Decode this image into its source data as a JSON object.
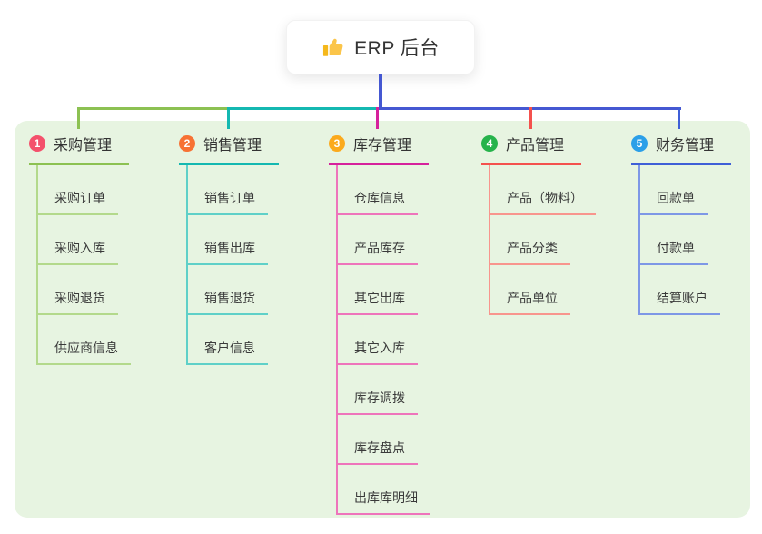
{
  "root": {
    "label": "ERP 后台",
    "icon": "thumbs-up-icon"
  },
  "colors": {
    "root_line": "#4558d2",
    "panel_bg": "#e7f4e1",
    "card_bg": "#ffffff",
    "thumb": "#f5b81c"
  },
  "branches": [
    {
      "index": "1",
      "label": "采购管理",
      "badge_color": "#f4516c",
      "line_color": "#8cc152",
      "child_line_color": "#b3d98b",
      "children": [
        "采购订单",
        "采购入库",
        "采购退货",
        "供应商信息"
      ]
    },
    {
      "index": "2",
      "label": "销售管理",
      "badge_color": "#f77234",
      "line_color": "#14b8b1",
      "child_line_color": "#5fd0c8",
      "children": [
        "销售订单",
        "销售出库",
        "销售退货",
        "客户信息"
      ]
    },
    {
      "index": "3",
      "label": "库存管理",
      "badge_color": "#fbaa1d",
      "line_color": "#d6219c",
      "child_line_color": "#ee74bb",
      "children": [
        "仓库信息",
        "产品库存",
        "其它出库",
        "其它入库",
        "库存调拨",
        "库存盘点",
        "出库库明细"
      ]
    },
    {
      "index": "4",
      "label": "产品管理",
      "badge_color": "#26b34b",
      "line_color": "#f4514d",
      "child_line_color": "#f8958d",
      "children": [
        "产品（物料）",
        "产品分类",
        "产品单位"
      ]
    },
    {
      "index": "5",
      "label": "财务管理",
      "badge_color": "#2b9fe8",
      "line_color": "#3f5fd7",
      "child_line_color": "#7e97e6",
      "children": [
        "回款单",
        "付款单",
        "结算账户"
      ]
    }
  ]
}
